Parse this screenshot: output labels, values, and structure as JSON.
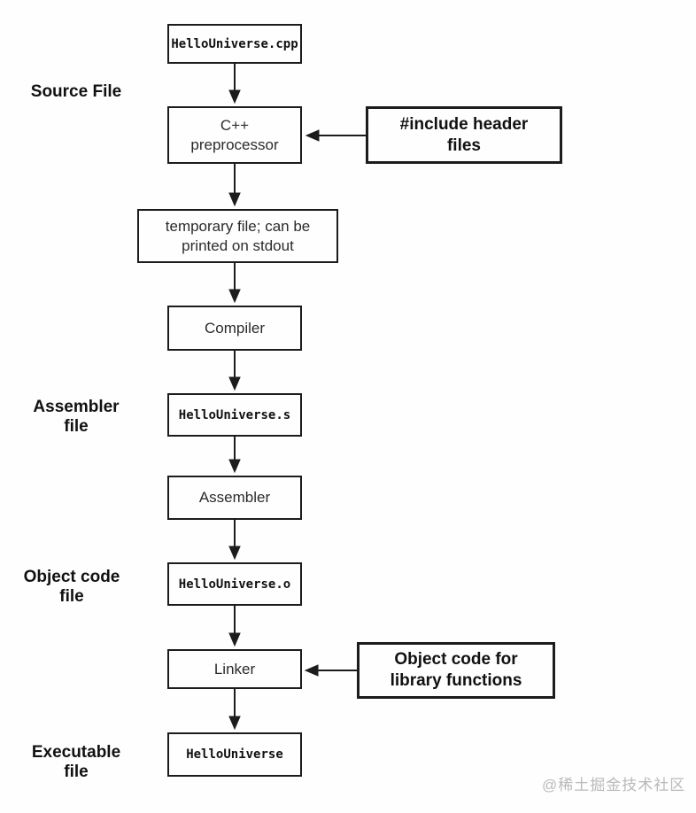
{
  "diagram": {
    "nodes": {
      "file_cpp": {
        "label": "HelloUniverse.cpp"
      },
      "preprocessor": {
        "line1": "C++",
        "line2": "preprocessor"
      },
      "include_headers": {
        "line1": "#include header",
        "line2": "files"
      },
      "temp_file": {
        "line1": "temporary file; can be",
        "line2": "printed on stdout"
      },
      "compiler": {
        "label": "Compiler"
      },
      "file_s": {
        "label": "HelloUniverse.s"
      },
      "assembler": {
        "label": "Assembler"
      },
      "file_o": {
        "label": "HelloUniverse.o"
      },
      "linker": {
        "label": "Linker"
      },
      "object_code_lib": {
        "line1": "Object code for",
        "line2": "library functions"
      },
      "file_exe": {
        "label": "HelloUniverse"
      }
    },
    "side_labels": {
      "source_file": {
        "line1": "Source File"
      },
      "assembler_file": {
        "line1": "Assembler",
        "line2": "file"
      },
      "object_code_file": {
        "line1": "Object code",
        "line2": "file"
      },
      "executable_file": {
        "line1": "Executable",
        "line2": "file"
      }
    },
    "watermark": "@稀土掘金技术社区",
    "colors": {
      "line": "#1c1c1c",
      "background": "#fefefe",
      "watermark": "#b9b9b9"
    }
  }
}
